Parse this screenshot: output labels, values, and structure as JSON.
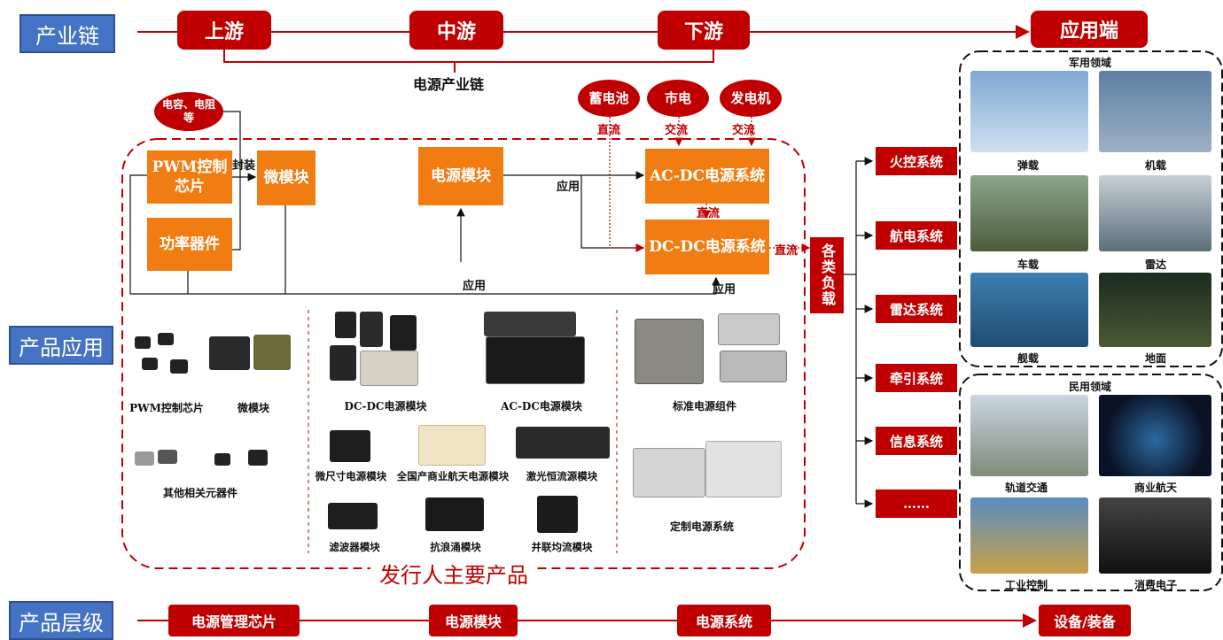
{
  "rows": {
    "chain_label": "产业链",
    "app_label": "产品应用",
    "level_label": "产品层级"
  },
  "chain": {
    "upstream": "上游",
    "midstream": "中游",
    "downstream": "下游",
    "application_end": "应用端",
    "caption": "电源产业链"
  },
  "inputs": {
    "components": "电容、电阻等",
    "battery": "蓄电池",
    "grid": "市电",
    "generator": "发电机",
    "dc": "直流",
    "ac1": "交流",
    "ac2": "交流"
  },
  "flow": {
    "pwm": "PWM控制芯片",
    "power_device": "功率器件",
    "micro_module": "微模块",
    "package_label": "封装",
    "power_module": "电源模块",
    "acdc_system": "AC-DC电源系统",
    "dcdc_system": "DC-DC电源系统",
    "apply1": "应用",
    "apply2": "应用",
    "apply3": "应用",
    "dc_mid": "直流",
    "dc_out": "直流",
    "loads": "各类负载"
  },
  "products": {
    "pwm_chip": "PWM控制芯片",
    "micro": "微模块",
    "other": "其他相关元器件",
    "dcdc_module": "DC-DC电源模块",
    "acdc_module": "AC-DC电源模块",
    "mini_module": "微尺寸电源模块",
    "domestic": "全国产商业航天电源模块",
    "laser": "激光恒流源模块",
    "filter": "滤波器模块",
    "surge": "抗浪涌模块",
    "parallel": "并联均流模块",
    "standard": "标准电源组件",
    "custom": "定制电源系统",
    "issuer_title": "发行人主要产品"
  },
  "systems": [
    "火控系统",
    "航电系统",
    "雷达系统",
    "牵引系统",
    "信息系统",
    "……"
  ],
  "military": {
    "title": "军用领域",
    "items": [
      "弹载",
      "机载",
      "车载",
      "雷达",
      "舰载",
      "地面"
    ]
  },
  "civil": {
    "title": "民用领域",
    "items": [
      "轨道交通",
      "商业航天",
      "工业控制",
      "消费电子"
    ]
  },
  "levels": [
    "电源管理芯片",
    "电源模块",
    "电源系统",
    "设备/装备"
  ],
  "colors": {
    "red": "#c00000",
    "orange": "#f07c12",
    "blue": "#4472c4"
  }
}
